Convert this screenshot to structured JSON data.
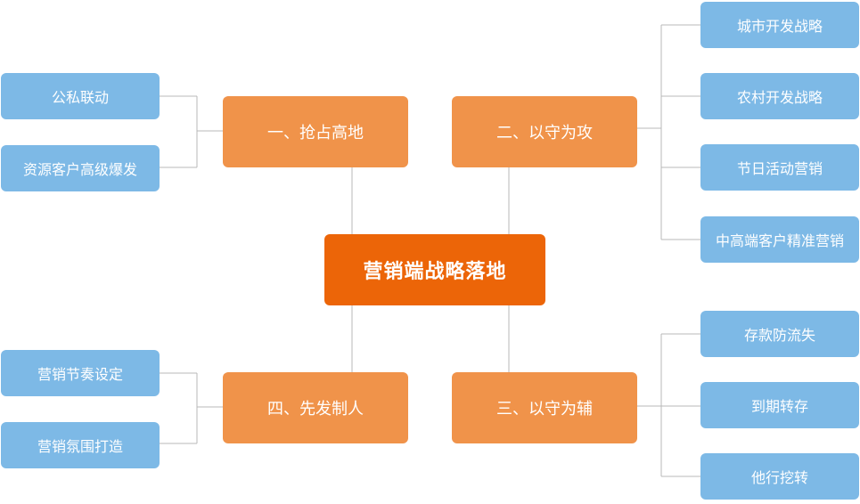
{
  "center": {
    "label": "营销端战略落地"
  },
  "branches": [
    {
      "label": "一、抢占高地",
      "leaves": [
        "公私联动",
        "资源客户高级爆发"
      ]
    },
    {
      "label": "二、以守为攻",
      "leaves": [
        "城市开发战略",
        "农村开发战略",
        "节日活动营销",
        "中高端客户精准营销"
      ]
    },
    {
      "label": "四、先发制人",
      "leaves": [
        "营销节奏设定",
        "营销氛围打造"
      ]
    },
    {
      "label": "三、以守为辅",
      "leaves": [
        "存款防流失",
        "到期转存",
        "他行挖转"
      ]
    }
  ],
  "colors": {
    "center": "#ec6508",
    "branch": "#f0934a",
    "leaf": "#7db9e6",
    "connector": "#b9b9b9"
  }
}
